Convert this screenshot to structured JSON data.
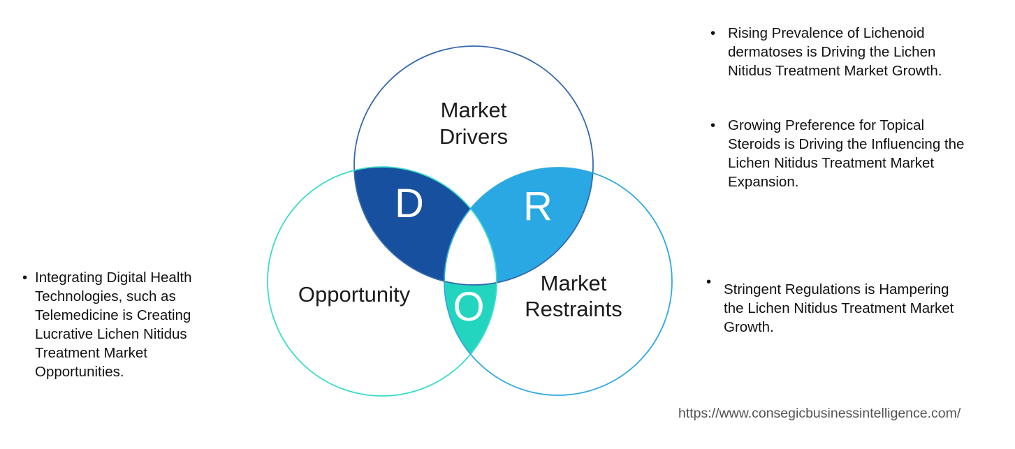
{
  "ui": {
    "bullet_char": "•"
  },
  "diagram": {
    "drivers": {
      "label": "Market\nDrivers",
      "letter": "D",
      "fill_color": "#17509e",
      "stroke_color": "#3568ad"
    },
    "opportunity": {
      "label": "Opportunity",
      "letter": "O",
      "fill_color": "#23d5bf",
      "stroke_color": "#3cdcca"
    },
    "restraints": {
      "label": "Market\nRestraints",
      "letter": "R",
      "fill_color": "#29a8e4",
      "stroke_color": "#2fa9e2"
    }
  },
  "bullets": {
    "left": [
      {
        "text": "Integrating Digital Health\nTechnologies, such as\nTelemedicine is Creating\nLucrative Lichen Nitidus\nTreatment Market\nOpportunities."
      }
    ],
    "right": [
      {
        "text": "Rising Prevalence of Lichenoid\ndermatoses is Driving the Lichen\nNitidus Treatment Market Growth."
      },
      {
        "text": "Growing Preference for Topical\nSteroids is Driving the Influencing the\nLichen Nitidus Treatment Market\nExpansion."
      },
      {
        "text": "Stringent Regulations is Hampering\nthe Lichen Nitidus Treatment Market\nGrowth."
      }
    ]
  },
  "footer": {
    "url": "https://www.consegicbusinessintelligence.com/"
  }
}
